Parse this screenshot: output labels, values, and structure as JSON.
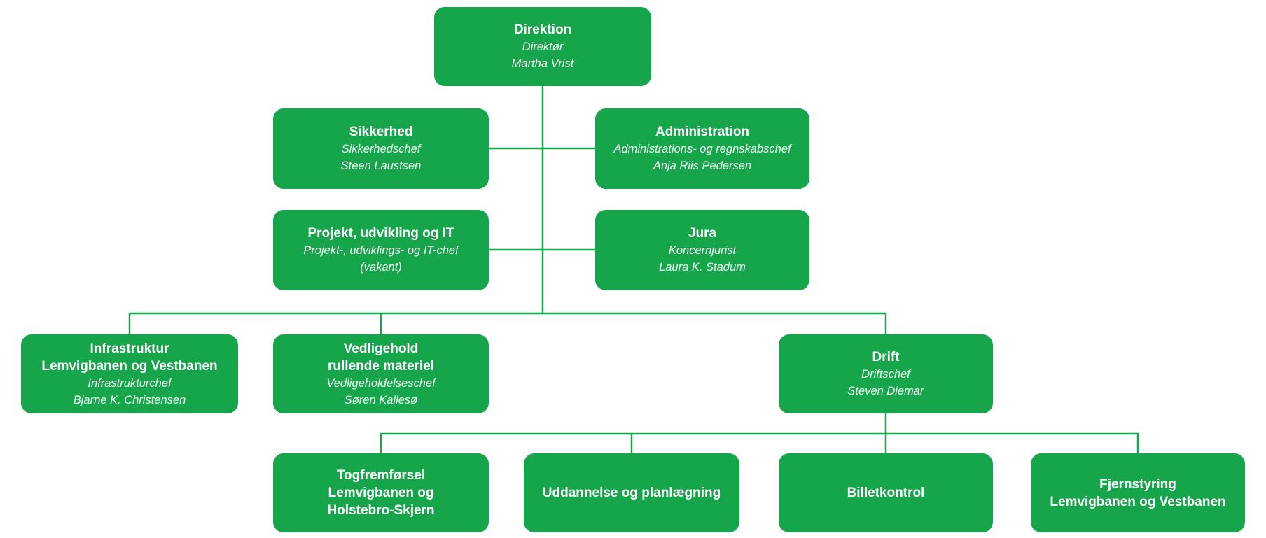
{
  "colors": {
    "node_fill": "#17a54c",
    "connector": "#17a54c",
    "text": "#ffffff",
    "background": "#ffffff"
  },
  "org_chart": {
    "nodes": [
      {
        "id": "direktion",
        "title_lines": [
          "Direktion"
        ],
        "subtitle_lines": [
          "Direktør",
          "Martha Vrist"
        ],
        "parent": null
      },
      {
        "id": "sikkerhed",
        "title_lines": [
          "Sikkerhed"
        ],
        "subtitle_lines": [
          "Sikkerhedschef",
          "Steen Laustsen"
        ],
        "parent": "direktion"
      },
      {
        "id": "administration",
        "title_lines": [
          "Administration"
        ],
        "subtitle_lines": [
          "Administrations- og regnskabschef",
          "Anja Riis Pedersen"
        ],
        "parent": "direktion"
      },
      {
        "id": "projekt-udvikling-og-it",
        "title_lines": [
          "Projekt, udvikling og IT"
        ],
        "subtitle_lines": [
          "Projekt-, udviklings- og IT-chef",
          "(vakant)"
        ],
        "parent": "direktion"
      },
      {
        "id": "jura",
        "title_lines": [
          "Jura"
        ],
        "subtitle_lines": [
          "Koncernjurist",
          "Laura K. Stadum"
        ],
        "parent": "direktion"
      },
      {
        "id": "infrastruktur",
        "title_lines": [
          "Infrastruktur",
          "Lemvigbanen og Vestbanen"
        ],
        "subtitle_lines": [
          "Infrastrukturchef",
          "Bjarne K. Christensen"
        ],
        "parent": "direktion"
      },
      {
        "id": "vedligehold-rullende-materiel",
        "title_lines": [
          "Vedligehold",
          "rullende materiel"
        ],
        "subtitle_lines": [
          "Vedligeholdelseschef",
          "Søren Kallesø"
        ],
        "parent": "direktion"
      },
      {
        "id": "drift",
        "title_lines": [
          "Drift"
        ],
        "subtitle_lines": [
          "Driftschef",
          "Steven Diemar"
        ],
        "parent": "direktion"
      },
      {
        "id": "togfremforsel",
        "title_lines": [
          "Togfremførsel",
          "Lemvigbanen og",
          "Holstebro-Skjern"
        ],
        "subtitle_lines": [],
        "parent": "drift"
      },
      {
        "id": "uddannelse-og-planlaegning",
        "title_lines": [
          "Uddannelse og planlægning"
        ],
        "subtitle_lines": [],
        "parent": "drift"
      },
      {
        "id": "billetkontrol",
        "title_lines": [
          "Billetkontrol"
        ],
        "subtitle_lines": [],
        "parent": "drift"
      },
      {
        "id": "fjernstyring",
        "title_lines": [
          "Fjernstyring",
          "Lemvigbanen og Vestbanen"
        ],
        "subtitle_lines": [],
        "parent": "drift"
      }
    ]
  }
}
